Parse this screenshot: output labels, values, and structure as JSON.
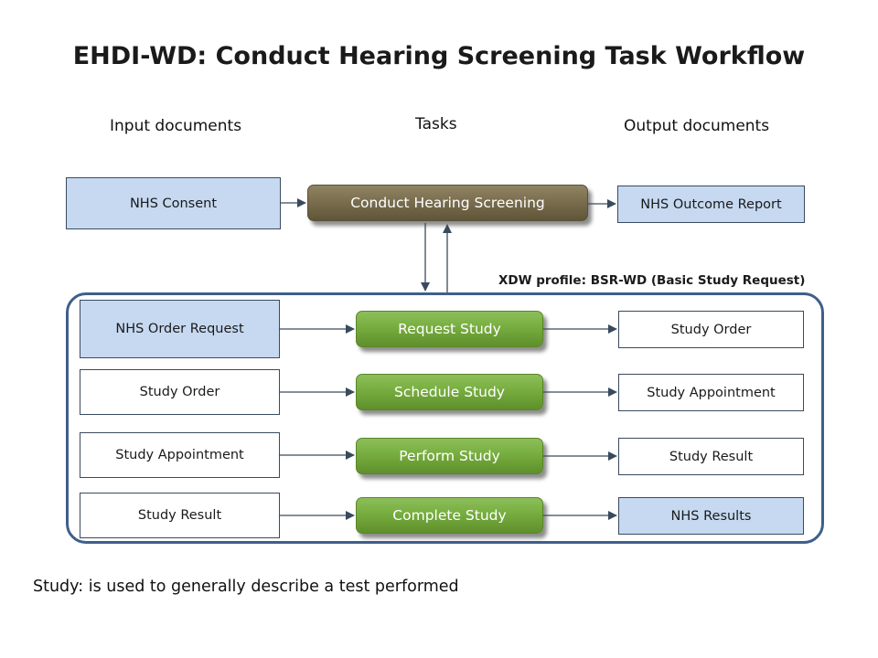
{
  "title": "EHDI-WD: Conduct Hearing Screening Task Workflow",
  "columns": {
    "input": "Input documents",
    "tasks": "Tasks",
    "output": "Output documents"
  },
  "top_row": {
    "input": "NHS Consent",
    "task": "Conduct Hearing Screening",
    "output": "NHS Outcome Report"
  },
  "profile_label": "XDW profile: BSR-WD (Basic Study Request)",
  "rows": [
    {
      "input": "NHS Order Request",
      "task": "Request Study",
      "output": "Study Order"
    },
    {
      "input": "Study Order",
      "task": "Schedule Study",
      "output": "Study Appointment"
    },
    {
      "input": "Study Appointment",
      "task": "Perform Study",
      "output": "Study Result"
    },
    {
      "input": "Study Result",
      "task": "Complete Study",
      "output": "NHS Results"
    }
  ],
  "note": "Study: is used to generally describe a test performed",
  "colors": {
    "input_highlight": "#c6d9f1",
    "task_green": "#77ad3f",
    "task_brown": "#7a6e4f",
    "group_border": "#3f5f8c"
  }
}
